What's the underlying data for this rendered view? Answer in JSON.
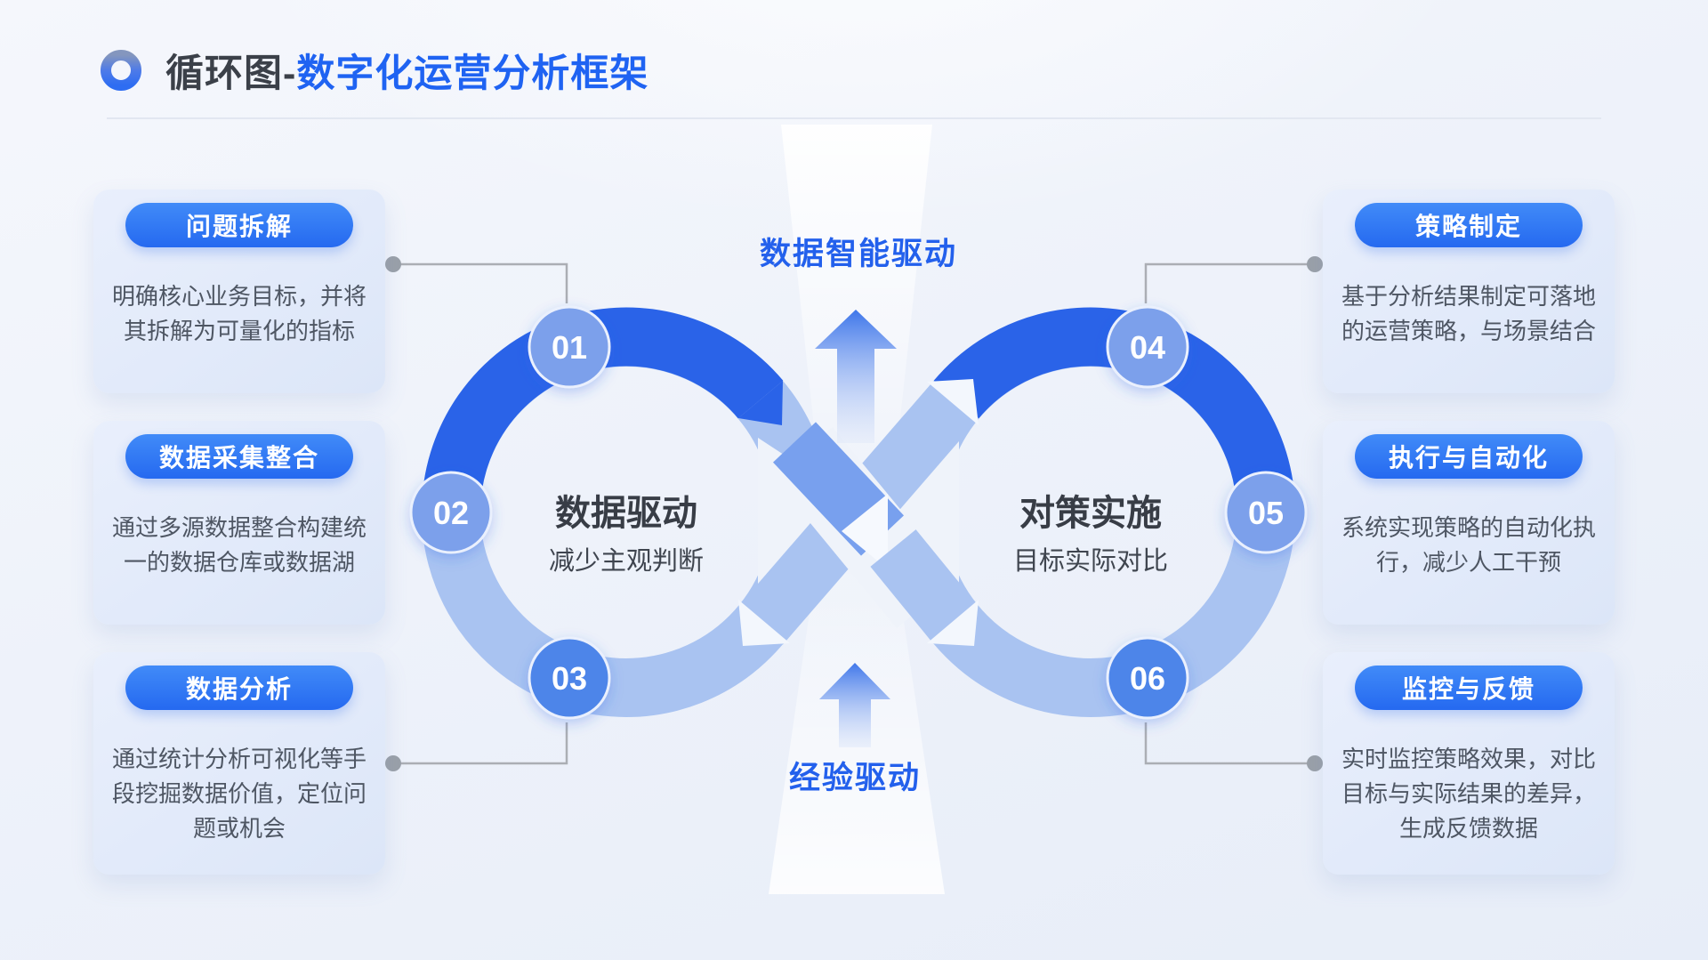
{
  "header": {
    "title_prefix": "循环图-",
    "title_main": "数字化运营分析框架",
    "icon": "cycle-ring-icon"
  },
  "cards": {
    "left": [
      {
        "badge": "问题拆解",
        "text": "明确核心业务目标，并将其拆解为可量化的指标"
      },
      {
        "badge": "数据采集整合",
        "text": "通过多源数据整合构建统一的数据仓库或数据湖"
      },
      {
        "badge": "数据分析",
        "text": "通过统计分析可视化等手段挖掘数据价值，定位问题或机会"
      }
    ],
    "right": [
      {
        "badge": "策略制定",
        "text": "基于分析结果制定可落地的运营策略，与场景结合"
      },
      {
        "badge": "执行与自动化",
        "text": "系统实现策略的自动化执行，减少人工干预"
      },
      {
        "badge": "监控与反馈",
        "text": "实时监控策略效果，对比目标与实际结果的差异，生成反馈数据"
      }
    ]
  },
  "diagram": {
    "top_label": "数据智能驱动",
    "bottom_label": "经验驱动",
    "left_loop": {
      "title": "数据驱动",
      "subtitle": "减少主观判断"
    },
    "right_loop": {
      "title": "对策实施",
      "subtitle": "目标实际对比"
    },
    "steps": [
      {
        "num": "01"
      },
      {
        "num": "02"
      },
      {
        "num": "03"
      },
      {
        "num": "04"
      },
      {
        "num": "05"
      },
      {
        "num": "06"
      }
    ]
  },
  "colors": {
    "accent_blue": "#2563EB",
    "title_blue": "#1F63F2",
    "title_dark": "#3B4049",
    "badge_blue": "#2F7CF6",
    "loop_dark": "#2A63E8",
    "loop_light": "#A9C3F1",
    "ribbon_medium": "#78A0EE",
    "step_circle": "#7CA0EB",
    "step_circle_deep": "#4D85E9",
    "card_bg": "#E0E9FA",
    "card_text": "#4E5663",
    "connector_gray": "#A6AAB2"
  }
}
